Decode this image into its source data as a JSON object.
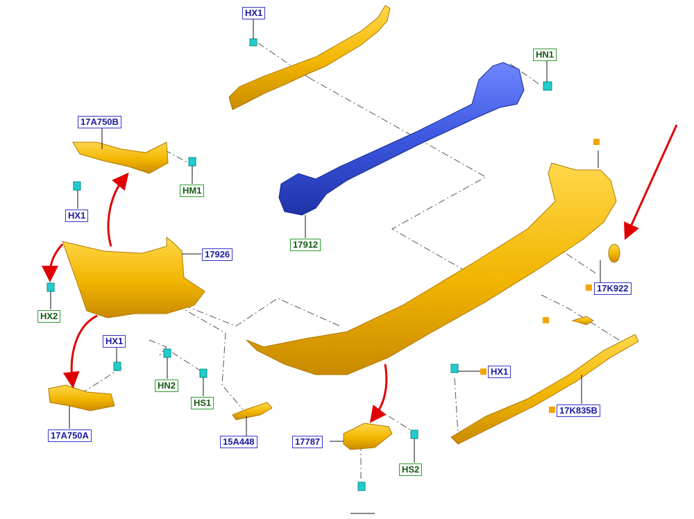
{
  "colors": {
    "part_yellow": "#f2b500",
    "part_yellow_dark": "#c98a00",
    "reinforcement_blue": "#3b56e0",
    "reinforcement_blue_dark": "#1f33a8",
    "fastener_cyan": "#22cccc",
    "arrow_red": "#e00000",
    "label_blue_border": "#3333cc",
    "label_green_border": "#2e9a2e",
    "marker_orange": "#f5a300"
  },
  "labels": {
    "hx1_top": "HX1",
    "hn1": "HN1",
    "p17a750b": "17A750B",
    "hm1": "HM1",
    "hx1_left": "HX1",
    "p17926": "17926",
    "p17912": "17912",
    "hx2": "HX2",
    "p17k922": "17K922",
    "hx1_bottom_left": "HX1",
    "hn2": "HN2",
    "hs1": "HS1",
    "p17a750a": "17A750A",
    "p15a448": "15A448",
    "p17787": "17787",
    "hs2": "HS2",
    "hx1_right": "HX1",
    "p17k835b": "17K835B"
  }
}
